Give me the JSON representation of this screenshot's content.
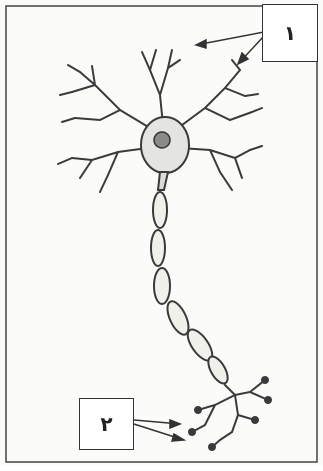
{
  "diagram": {
    "labels": [
      {
        "id": "1",
        "text": "١",
        "points_to": "dendrites"
      },
      {
        "id": "2",
        "text": "٢",
        "points_to": "axon-terminals"
      }
    ]
  },
  "colors": {
    "ink": "#3a3a3a",
    "border": "#333333",
    "background": "#fbfbf9"
  }
}
